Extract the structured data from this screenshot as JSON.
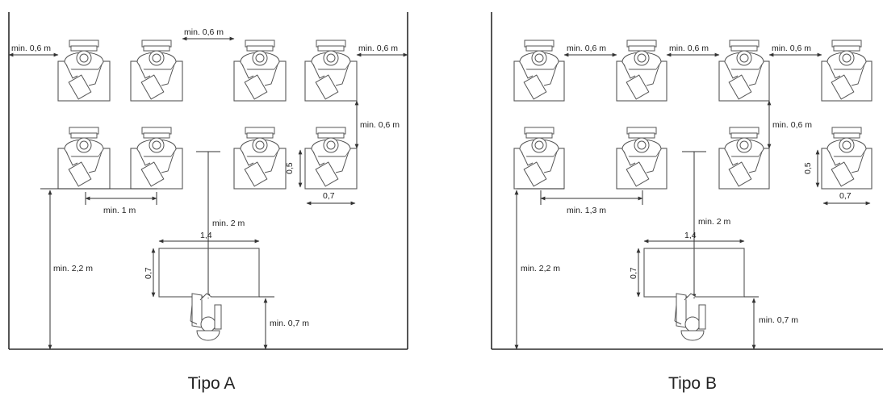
{
  "layouts": [
    {
      "caption": "Tipo A",
      "labels": {
        "gap_wall_left": "min. 0,6 m",
        "gap_between": "min. 0,6 m",
        "gap_wall_right": "min. 0,6 m",
        "row_gap": "min. 0,6 m",
        "desk_depth": "0,5",
        "desk_width": "0,7",
        "aisle_width": "min. 1 m",
        "teacher_clearance": "min. 2 m",
        "teacher_desk_width": "1,4",
        "teacher_desk_depth": "0,7",
        "front_clearance": "min. 2,2 m",
        "teacher_zone": "min. 0,7 m"
      }
    },
    {
      "caption": "Tipo B",
      "labels": {
        "gap_1": "min. 0,6 m",
        "gap_2": "min. 0,6 m",
        "gap_3": "min. 0,6 m",
        "row_gap": "min. 0,6 m",
        "desk_depth": "0,5",
        "desk_width": "0,7",
        "aisle_width": "min. 1,3 m",
        "teacher_clearance": "min. 2 m",
        "teacher_desk_width": "1,4",
        "teacher_desk_depth": "0,7",
        "front_clearance": "min. 2,2 m",
        "teacher_zone": "min. 0,7 m"
      }
    }
  ]
}
